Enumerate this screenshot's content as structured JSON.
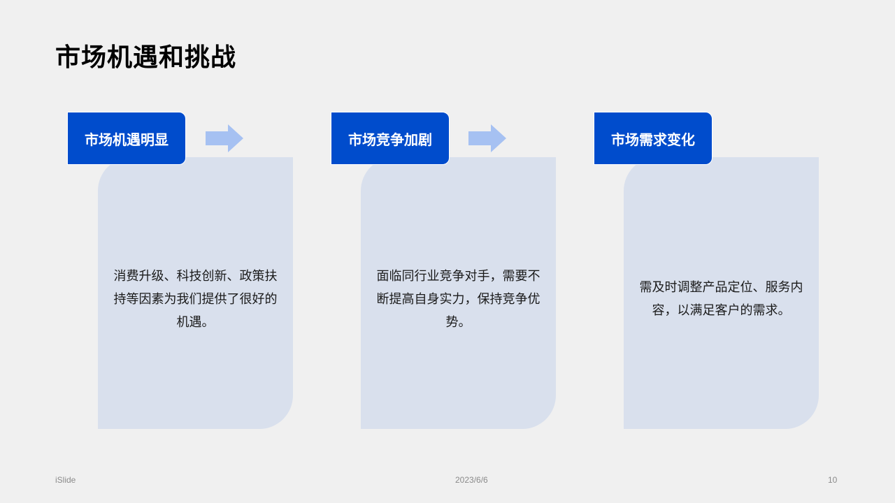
{
  "slide": {
    "title": "市场机遇和挑战",
    "steps": [
      {
        "label": "市场机遇明显",
        "body": "消费升级、科技创新、政策扶持等因素为我们提供了很好的机遇。"
      },
      {
        "label": "市场竞争加剧",
        "body": "面临同行业竞争对手，需要不断提高自身实力，保持竞争优势。"
      },
      {
        "label": "市场需求变化",
        "body": "需及时调整产品定位、服务内容，以满足客户的需求。"
      }
    ],
    "arrow_icons": [
      "arrow-right-icon",
      "arrow-right-icon"
    ]
  },
  "footer": {
    "brand": "iSlide",
    "date": "2023/6/6",
    "page_number": "10"
  },
  "colors": {
    "background": "#f0f0f0",
    "tag": "#004ccc",
    "card": "#d9e0ed",
    "arrow": "#a6c1f2",
    "title_text": "#000000",
    "footer_text": "#8a8a8a"
  }
}
